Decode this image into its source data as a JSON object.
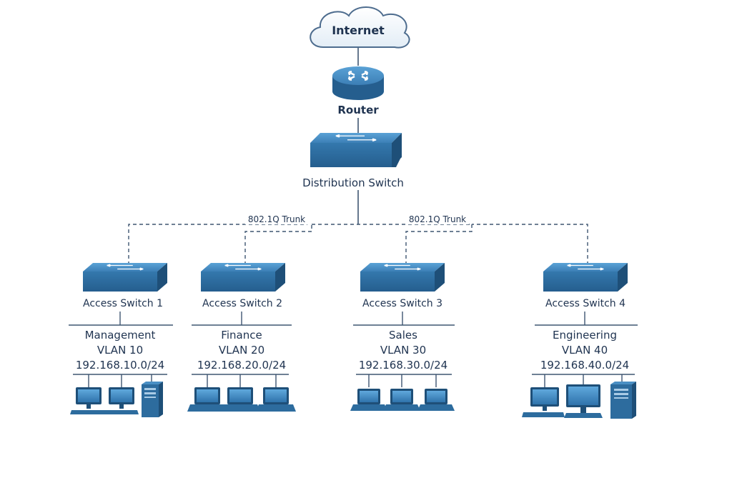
{
  "internet": {
    "label": "Internet"
  },
  "router": {
    "label": "Router"
  },
  "distribution": {
    "label": "Distribution Switch"
  },
  "trunks": [
    {
      "label": "802.1Q Trunk"
    },
    {
      "label": "802.1Q Trunk"
    }
  ],
  "access": [
    {
      "label": "Access Switch 1",
      "dept": "Management",
      "vlan": "VLAN 10",
      "subnet": "192.168.10.0/24"
    },
    {
      "label": "Access Switch 2",
      "dept": "Finance",
      "vlan": "VLAN 20",
      "subnet": "192.168.20.0/24"
    },
    {
      "label": "Access Switch 3",
      "dept": "Sales",
      "vlan": "VLAN 30",
      "subnet": "192.168.30.0/24"
    },
    {
      "label": "Access Switch 4",
      "dept": "Engineering",
      "vlan": "VLAN 40",
      "subnet": "192.168.40.0/24"
    }
  ],
  "colors": {
    "device_top": "#4a8fc4",
    "device_front": "#2d6c9e",
    "device_side": "#1e4f78",
    "link": "#3f5671",
    "text": "#1f3350"
  }
}
